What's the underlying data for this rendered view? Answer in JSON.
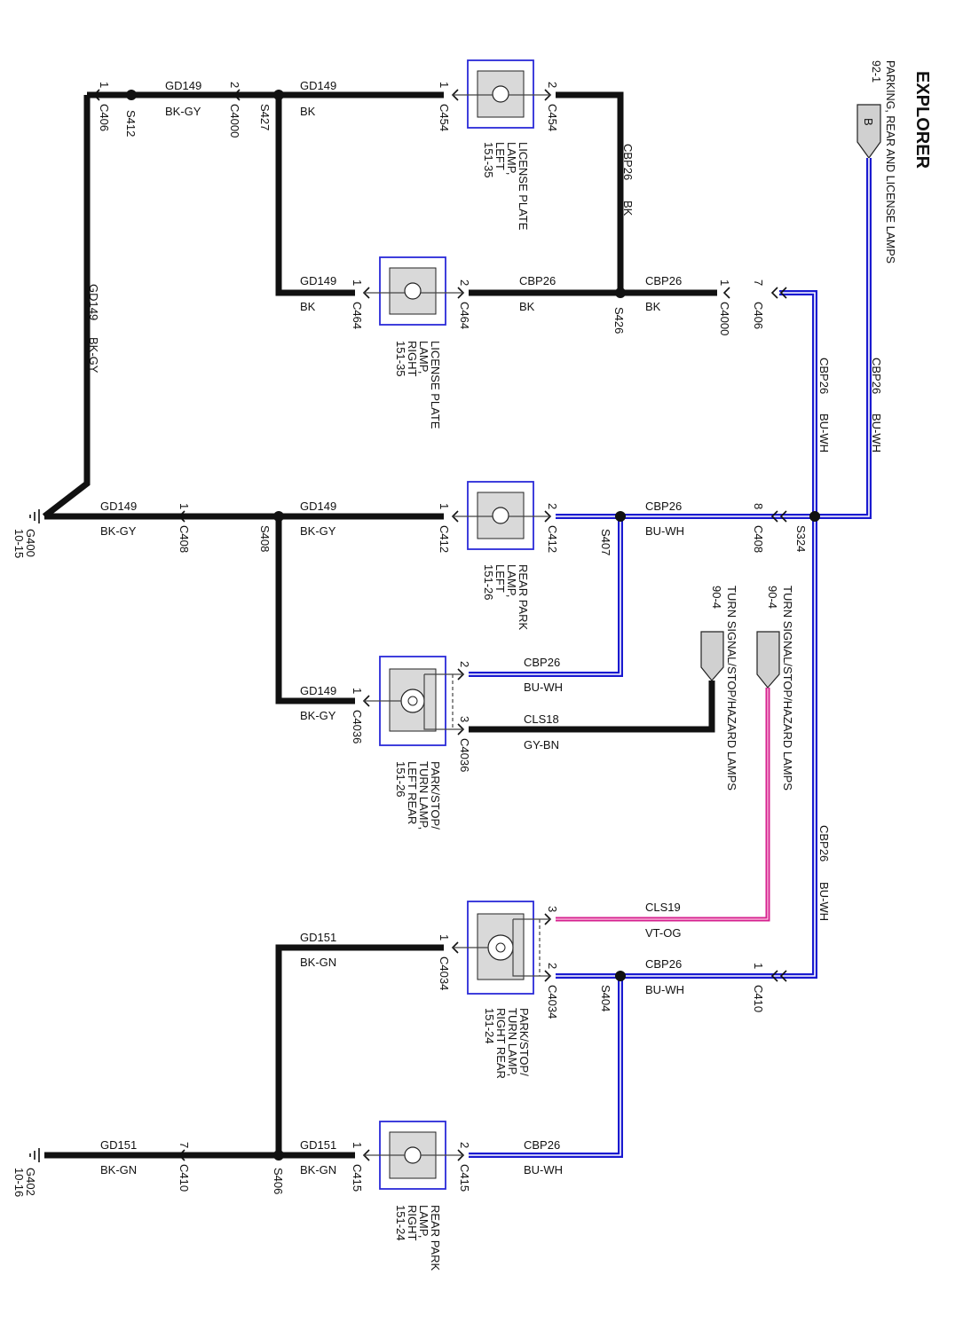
{
  "title": "EXPLORER",
  "source": {
    "label": "PARKING, REAR AND LICENSE LAMPS",
    "ref": "92-1",
    "pin": "B"
  },
  "turn_sources": [
    {
      "label": "TURN SIGNAL/STOP/HAZARD LAMPS",
      "ref": "90-4"
    },
    {
      "label": "TURN SIGNAL/STOP/HAZARD LAMPS",
      "ref": "90-4"
    }
  ],
  "circuits": {
    "gd149": "GD149",
    "bk_gy": "BK-GY",
    "bk": "BK",
    "cbp26": "CBP26",
    "bu_wh": "BU-WH",
    "cls18": "CLS18",
    "gy_bn": "GY-BN",
    "cls19": "CLS19",
    "vt_og": "VT-OG",
    "gd151": "GD151",
    "bk_gn": "BK-GN"
  },
  "connectors": {
    "c406": "C406",
    "c4000": "C4000",
    "c454": "C454",
    "c464": "C464",
    "c408": "C408",
    "c412": "C412",
    "c4036": "C4036",
    "c4034": "C4034",
    "c410": "C410",
    "c415": "C415"
  },
  "splices": {
    "s412": "S412",
    "s427": "S427",
    "s426": "S426",
    "s324": "S324",
    "s407": "S407",
    "s408": "S408",
    "s404": "S404",
    "s406": "S406"
  },
  "grounds": {
    "g400": "G400",
    "g400_ref": "10-15",
    "g402": "G402",
    "g402_ref": "10-16"
  },
  "pins": {
    "p1": "1",
    "p2": "2",
    "p3": "3",
    "p7": "7",
    "p8": "8"
  },
  "components": {
    "lic_left": [
      "LICENSE PLATE",
      "LAMP,",
      "LEFT",
      "151-35"
    ],
    "lic_right": [
      "LICENSE PLATE",
      "LAMP,",
      "RIGHT",
      "151-35"
    ],
    "park_left": [
      "REAR PARK",
      "LAMP,",
      "LEFT",
      "151-26"
    ],
    "pst_left": [
      "PARK/STOP/",
      "TURN LAMP,",
      "LEFT REAR",
      "151-26"
    ],
    "pst_right": [
      "PARK/STOP/",
      "TURN LAMP,",
      "RIGHT REAR",
      "151-24"
    ],
    "park_right": [
      "REAR PARK",
      "LAMP,",
      "RIGHT",
      "151-24"
    ]
  },
  "colors": {
    "black_wire": "#111111",
    "blue_wire": "#1a1ad0",
    "violet_wire": "#d6218f",
    "component_border": "#2a2ad8",
    "component_fill": "#d9d9d9"
  }
}
